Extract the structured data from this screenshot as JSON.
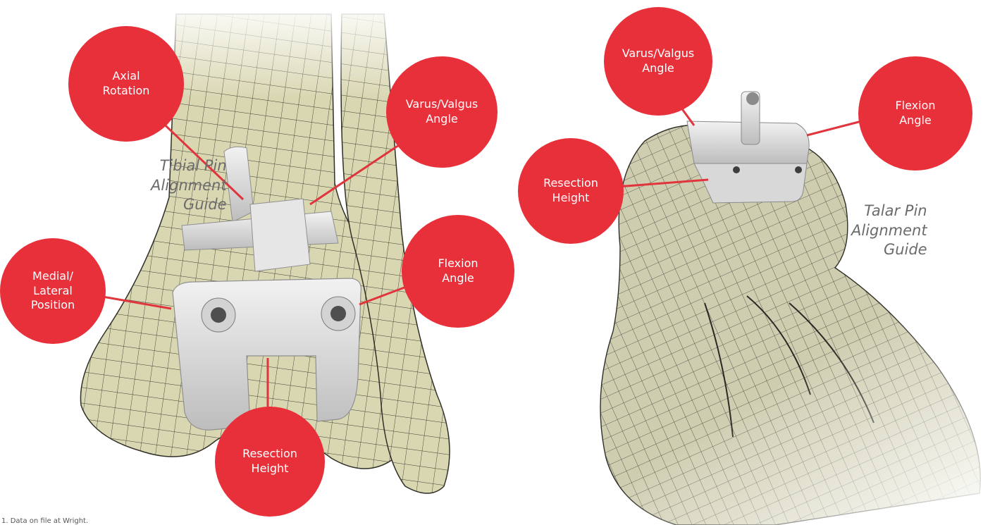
{
  "colors": {
    "callout": "#e8303a",
    "bone": "#d9d7b2",
    "mesh": "#3b3b30",
    "guide_metal": "#dcdcdc"
  },
  "tibial": {
    "title": [
      "Tibial Pin",
      "Alignment",
      "Guide"
    ],
    "callouts": {
      "axial_rotation": [
        "Axial",
        "Rotation"
      ],
      "varus_valgus": [
        "Varus/Valgus",
        "Angle"
      ],
      "medial_lateral": [
        "Medial/",
        "Lateral",
        "Position"
      ],
      "flexion": [
        "Flexion",
        "Angle"
      ],
      "resection": [
        "Resection",
        "Height"
      ]
    }
  },
  "talar": {
    "title": [
      "Talar Pin",
      "Alignment",
      "Guide"
    ],
    "callouts": {
      "varus_valgus": [
        "Varus/Valgus",
        "Angle"
      ],
      "flexion": [
        "Flexion",
        "Angle"
      ],
      "resection": [
        "Resection",
        "Height"
      ]
    }
  },
  "footnote": "1. Data on file at Wright."
}
